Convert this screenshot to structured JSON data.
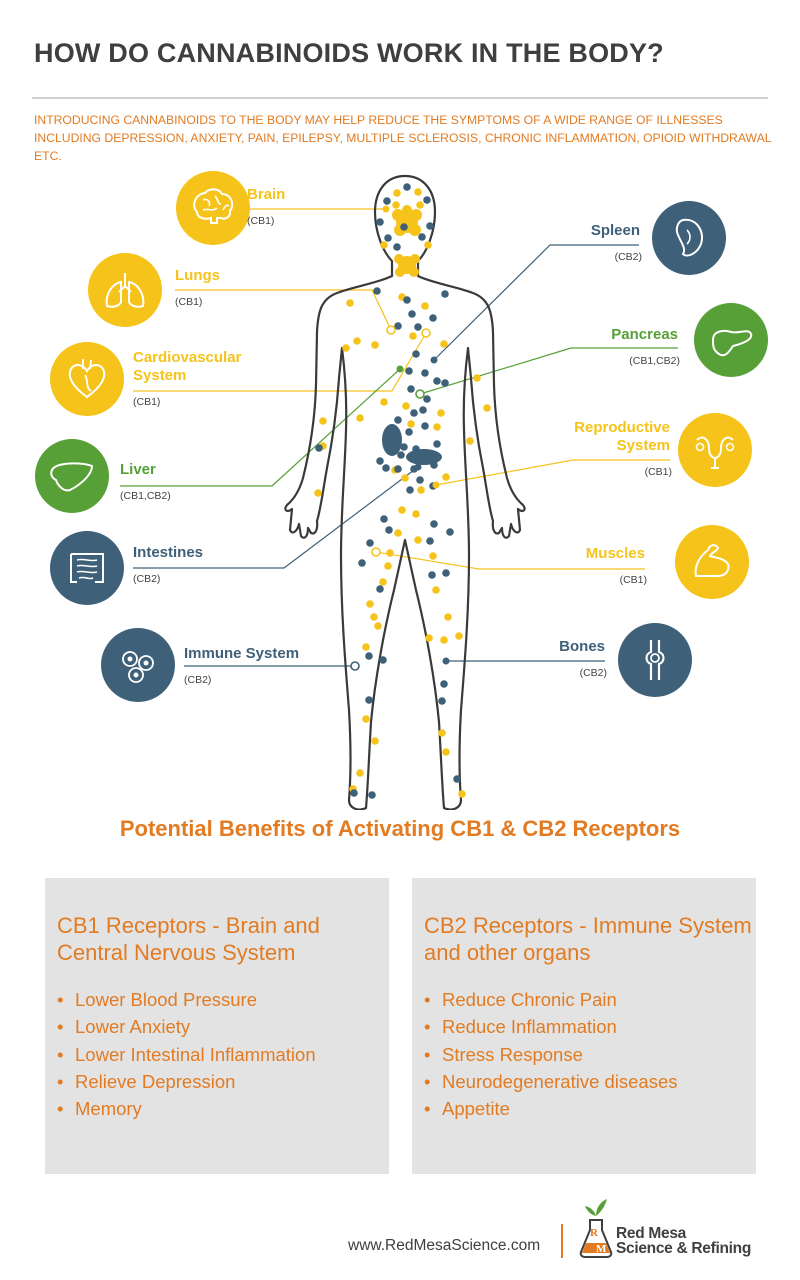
{
  "header": {
    "title": "HOW DO CANNABINOIDS WORK IN THE BODY?",
    "intro": "INTRODUCING CANNABINOIDS TO THE BODY MAY HELP REDUCE THE SYMPTOMS OF A WIDE RANGE OF ILLNESSES INCLUDING DEPRESSION, ANXIETY, PAIN, EPILEPSY, MULTIPLE SCLEROSIS, CHRONIC INFLAMMATION, OPIOID WITHDRAWAL ETC."
  },
  "colors": {
    "yellow": "#f6c31a",
    "blue": "#3e6079",
    "green": "#57a037",
    "orange": "#e27b22",
    "dark": "#3f3f3f"
  },
  "organs": [
    {
      "id": "brain",
      "name": "Brain",
      "receptors": "(CB1)",
      "color": "yellow",
      "icon": "brain-icon"
    },
    {
      "id": "lungs",
      "name": "Lungs",
      "receptors": "(CB1)",
      "color": "yellow",
      "icon": "lungs-icon"
    },
    {
      "id": "cardio",
      "name": "Cardiovascular System",
      "name_lines": [
        "Cardiovascular",
        "System"
      ],
      "receptors": "(CB1)",
      "color": "yellow",
      "icon": "heart-icon"
    },
    {
      "id": "liver",
      "name": "Liver",
      "receptors": "(CB1,CB2)",
      "color": "green",
      "icon": "liver-icon"
    },
    {
      "id": "intestines",
      "name": "Intestines",
      "receptors": "(CB2)",
      "color": "blue",
      "icon": "intestines-icon"
    },
    {
      "id": "immune",
      "name": "Immune System",
      "receptors": "(CB2)",
      "color": "blue",
      "icon": "cells-icon"
    },
    {
      "id": "spleen",
      "name": "Spleen",
      "receptors": "(CB2)",
      "color": "blue",
      "icon": "spleen-icon"
    },
    {
      "id": "pancreas",
      "name": "Pancreas",
      "receptors": "(CB1,CB2)",
      "color": "green",
      "icon": "pancreas-icon"
    },
    {
      "id": "reproductive",
      "name": "Reproductive System",
      "name_lines": [
        "Reproductive",
        "System"
      ],
      "receptors": "(CB1)",
      "color": "yellow",
      "icon": "reproductive-icon"
    },
    {
      "id": "muscles",
      "name": "Muscles",
      "receptors": "(CB1)",
      "color": "yellow",
      "icon": "muscle-icon"
    },
    {
      "id": "bones",
      "name": "Bones",
      "receptors": "(CB2)",
      "color": "blue",
      "icon": "bone-icon"
    }
  ],
  "benefits": {
    "title": "Potential Benefits of Activating  CB1 & CB2 Receptors",
    "cb1": {
      "heading": "CB1 Receptors - Brain and Central Nervous System",
      "items": [
        "Lower Blood Pressure",
        "Lower Anxiety",
        "Lower Intestinal Inflammation",
        "Relieve Depression",
        "Memory"
      ]
    },
    "cb2": {
      "heading": "CB2 Receptors - Immune System and other organs",
      "items": [
        "Reduce Chronic Pain",
        "Reduce Inflammation",
        "Stress Response",
        "Neurodegenerative diseases",
        "Appetite"
      ]
    }
  },
  "footer": {
    "url": "www.RedMesaScience.com",
    "brand_line1": "Red Mesa",
    "brand_line2": "Science & Refining"
  }
}
